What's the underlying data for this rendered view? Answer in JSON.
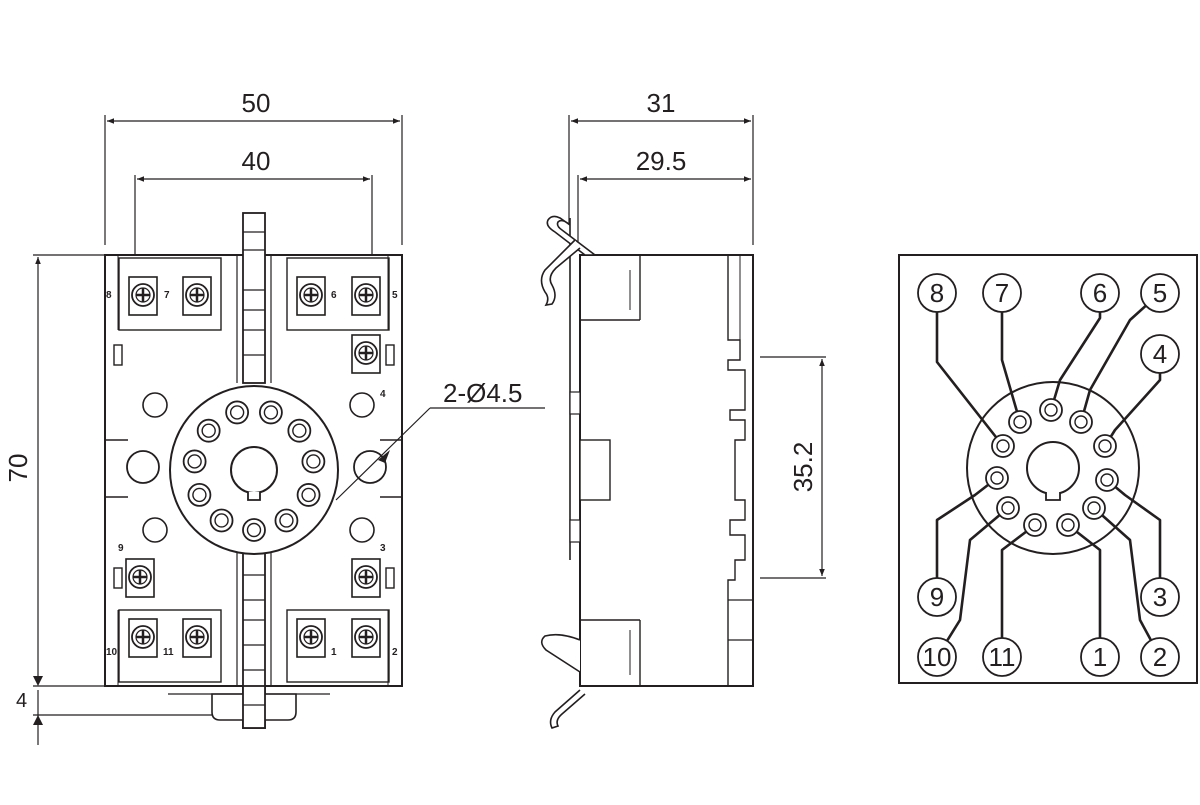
{
  "colors": {
    "ink": "#231f20",
    "paper": "#ffffff"
  },
  "front_view": {
    "width_overall": "50",
    "width_mount_holes": "40",
    "height_overall": "70",
    "clip_offset": "4",
    "hole_callout": "2-Ø4.5",
    "terminal_numbers": [
      "8",
      "7",
      "6",
      "5",
      "4",
      "9",
      "3",
      "10",
      "11",
      "1",
      "2"
    ]
  },
  "side_view": {
    "depth_overall": "31",
    "depth_body": "29.5",
    "rail_height": "35.2"
  },
  "wiring_diagram": {
    "pins": [
      "8",
      "7",
      "6",
      "5",
      "4",
      "9",
      "3",
      "10",
      "11",
      "1",
      "2"
    ]
  }
}
